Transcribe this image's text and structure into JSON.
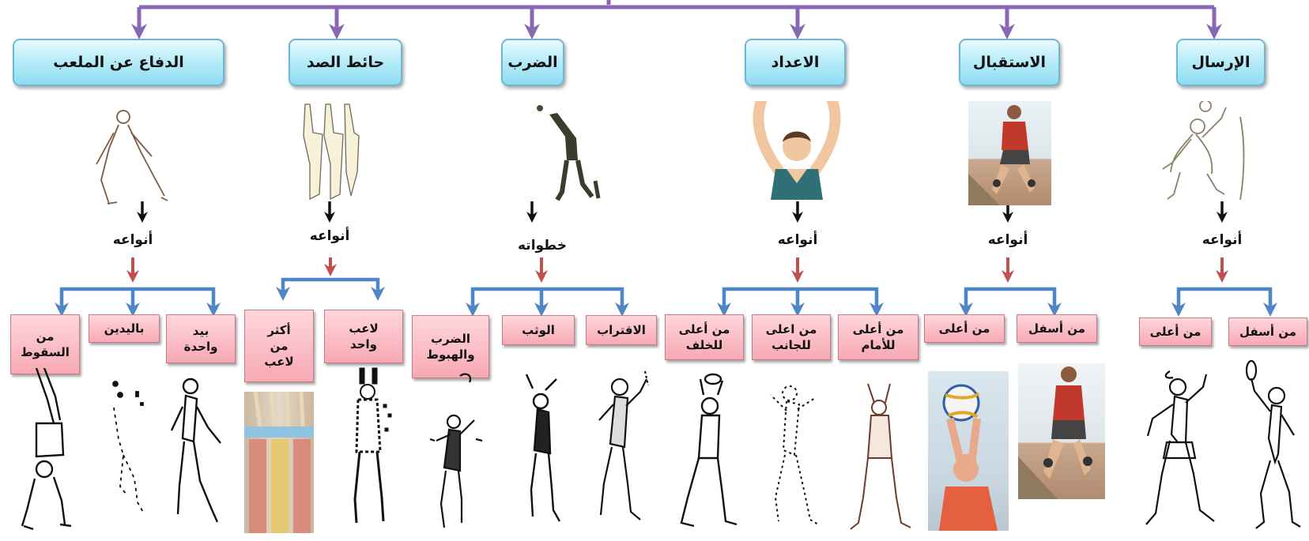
{
  "skills": [
    {
      "title": "الإرسال",
      "kinds_label": "أنواعه",
      "subs": [
        "من أسفل",
        "من أعلى"
      ]
    },
    {
      "title": "الاستقبال",
      "kinds_label": "أنواعه",
      "subs": [
        "من أسفل",
        "من أعلى"
      ]
    },
    {
      "title": "الاعداد",
      "kinds_label": "أنواعه",
      "subs": [
        "من أعلى\nللأمام",
        "من اعلى\nللجانب",
        "من أعلى\nللخلف"
      ]
    },
    {
      "title": "الضرب",
      "kinds_label": "خطواته",
      "subs": [
        "الاقتراب",
        "الوثب",
        "الضرب\nوالهبوط"
      ]
    },
    {
      "title": "حائط الصد",
      "kinds_label": "أنواعه",
      "subs": [
        "لاعب\nواحد",
        "أكثر\nمن\nلاعب"
      ]
    },
    {
      "title": "الدفاع عن الملعب",
      "kinds_label": "أنواعه",
      "subs": [
        "بيد\nواحدة",
        "باليدين",
        "من\nالسقوط"
      ]
    }
  ],
  "colors": {
    "main_connector": "#8a67b2",
    "branch_connector": "#4f86c6",
    "small_arrow": "#111111",
    "red_arrow": "#c0504d",
    "title_box": "#b8ecf8",
    "sub_box": "#f7a9b3"
  },
  "images": [
    "serve-sketch",
    "receive-photo",
    "set-cartoon",
    "spike-silhouette",
    "block-sketch",
    "dig-sketch",
    "serve-underhand-sketch",
    "serve-overhand-sketch",
    "receive-overhand-photo",
    "receive-underhand-photo",
    "set-forward-sketch",
    "set-side-sketch",
    "set-back-sketch",
    "spike-approach-sketch",
    "spike-jump-sketch",
    "spike-hit-sketch",
    "block-single-sketch",
    "block-multi-photo",
    "dig-one-hand-sketch",
    "dig-two-hands-sketch",
    "dig-fall-sketch"
  ]
}
